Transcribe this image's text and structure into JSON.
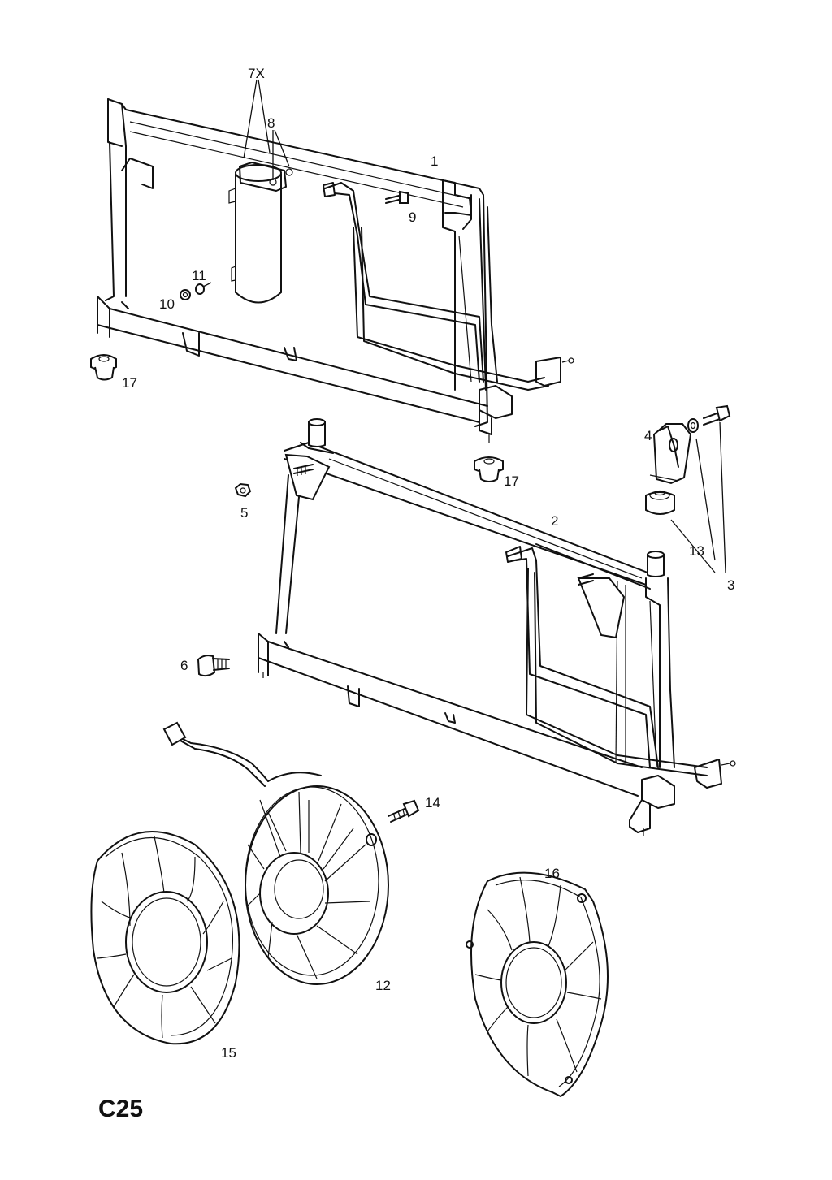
{
  "diagram": {
    "page_code": "C25",
    "callouts": {
      "c1": "1",
      "c2": "2",
      "c3": "3",
      "c4": "4",
      "c5": "5",
      "c6": "6",
      "c7x": "7X",
      "c8": "8",
      "c9": "9",
      "c10": "10",
      "c11": "11",
      "c12": "12",
      "c13": "13",
      "c14": "14",
      "c15": "15",
      "c16": "16",
      "c17a": "17",
      "c17b": "17"
    }
  }
}
